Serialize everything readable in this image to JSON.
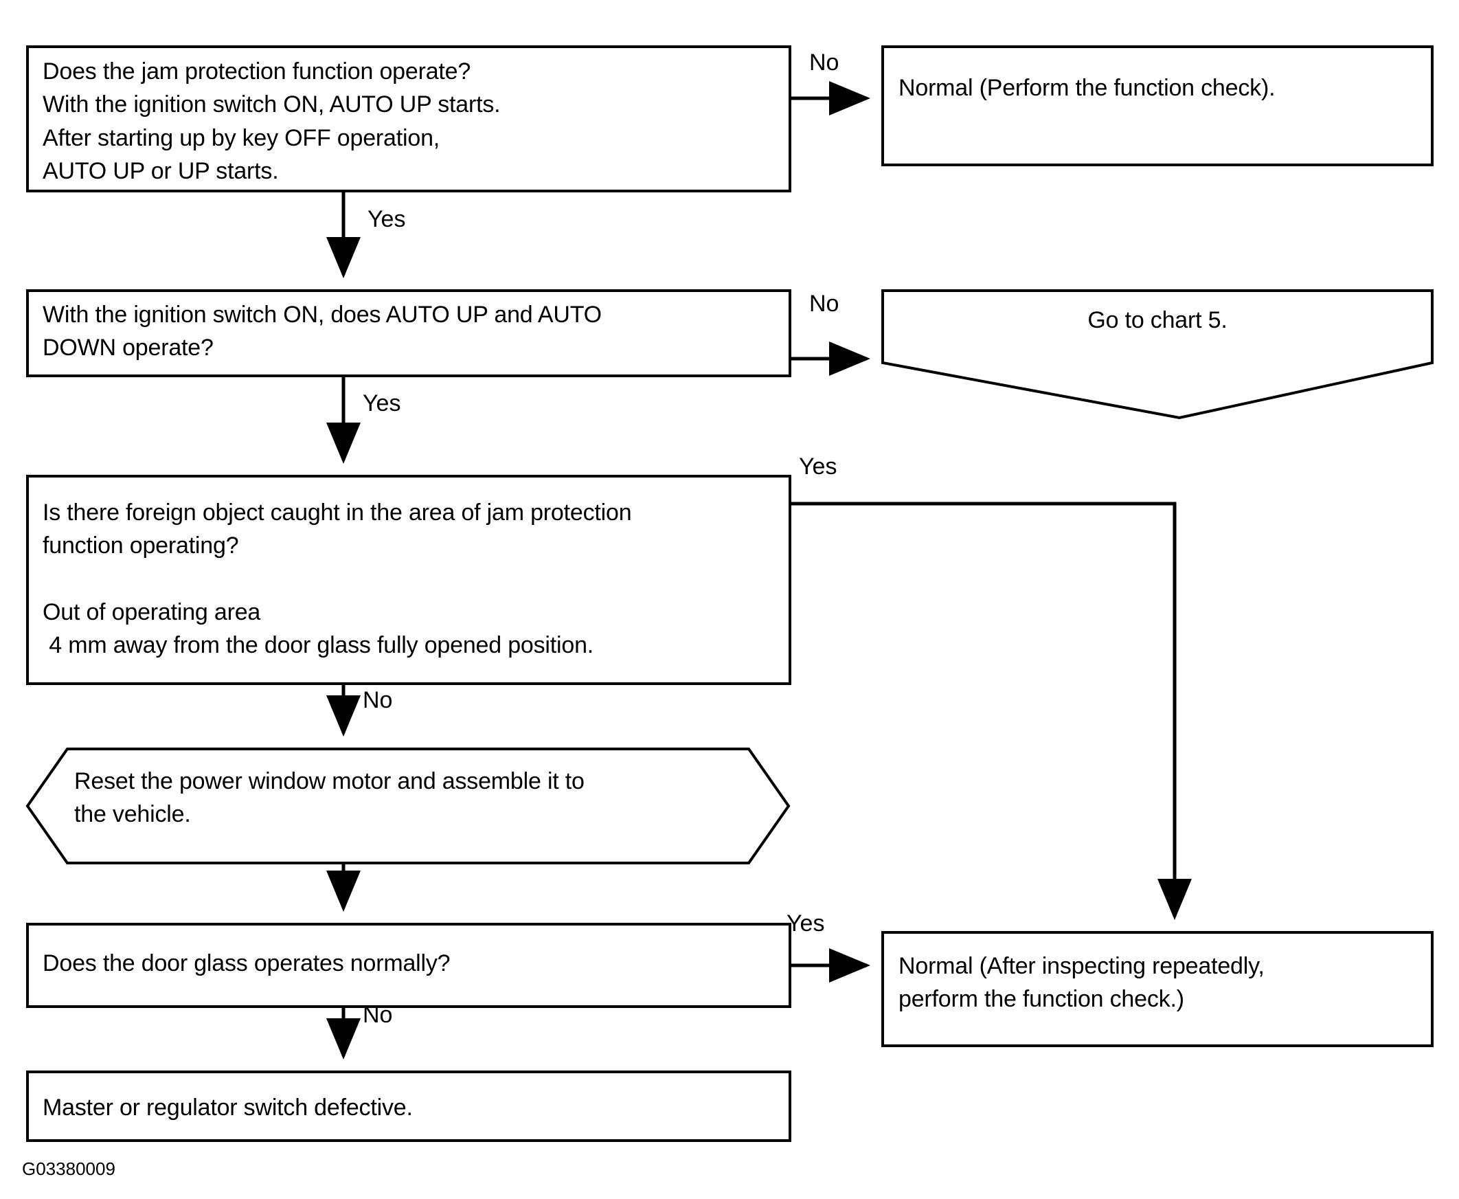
{
  "diagram": {
    "title_caption": "G03380009",
    "colors": {
      "stroke": "#000000",
      "fill": "#ffffff",
      "text": "#000000"
    },
    "nodes": {
      "q1": {
        "shape": "rectangle",
        "text": "Does the jam protection function operate?\nWith the ignition switch ON, AUTO UP starts.\nAfter starting up by key OFF operation,\nAUTO UP or UP starts."
      },
      "r1": {
        "shape": "rectangle",
        "text": "Normal (Perform the function check)."
      },
      "q2": {
        "shape": "rectangle",
        "text": "With the ignition switch ON, does AUTO UP and AUTO\nDOWN operate?"
      },
      "r2": {
        "shape": "chevron-bottom",
        "text": "Go to chart 5."
      },
      "q3": {
        "shape": "rectangle",
        "text": "Is there foreign object caught in the area of jam protection\nfunction operating?\n\nOut of operating area\n 4 mm away from the door glass fully opened position."
      },
      "a1": {
        "shape": "hexagon",
        "text": "Reset the power window motor and assemble it to\nthe vehicle."
      },
      "q4": {
        "shape": "rectangle",
        "text": "Does the door glass operates normally?"
      },
      "r3": {
        "shape": "rectangle",
        "text": "Normal (After inspecting repeatedly,\nperform the function check.)"
      },
      "r4": {
        "shape": "rectangle",
        "text": "Master or regulator switch defective."
      }
    },
    "edges": [
      {
        "id": "q1-no-r1",
        "label": "No"
      },
      {
        "id": "q1-yes-q2",
        "label": "Yes"
      },
      {
        "id": "q2-no-r2",
        "label": "No"
      },
      {
        "id": "q2-yes-q3",
        "label": "Yes"
      },
      {
        "id": "q3-yes-r3",
        "label": "Yes"
      },
      {
        "id": "q3-no-a1",
        "label": "No"
      },
      {
        "id": "a1-q4",
        "label": ""
      },
      {
        "id": "q4-yes-r3",
        "label": "Yes"
      },
      {
        "id": "q4-no-r4",
        "label": "No"
      }
    ]
  }
}
